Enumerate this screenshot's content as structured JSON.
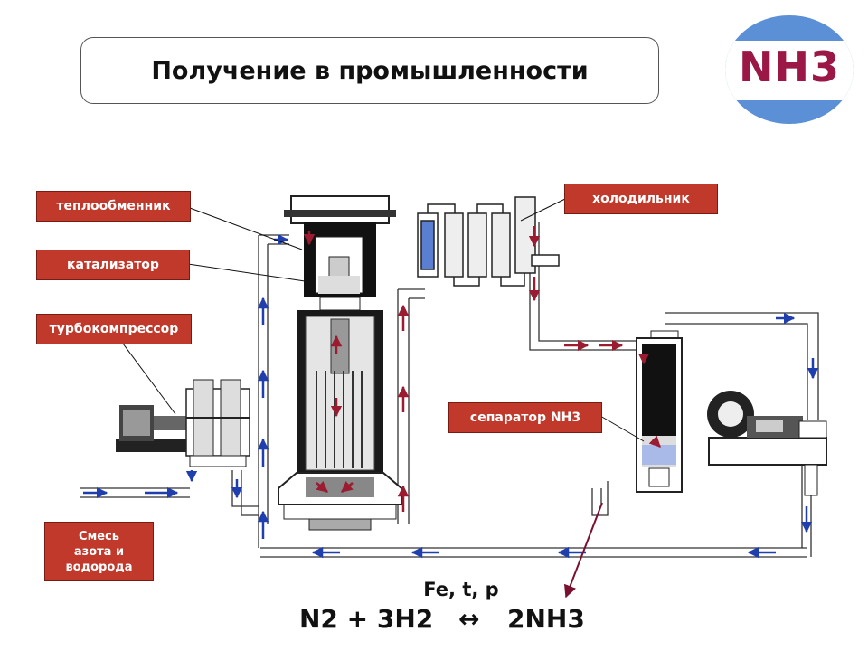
{
  "title": "Получение в промышленности",
  "badge": "NH3",
  "labels": {
    "heat_exchanger": "теплообменник",
    "catalyst": "катализатор",
    "turbocompressor": "турбокомпрессор",
    "cooler": "холодильник",
    "separator": "сепаратор NH3",
    "gas_mixture": "Смесь\nазота и\nводорода"
  },
  "equation": {
    "conditions": "Fe, t, p",
    "left": "N2 + 3H2",
    "arrow": "↔",
    "right": "2NH3"
  },
  "colors": {
    "label_bg": "#c0392b",
    "badge_ring": "#5b8fd6",
    "badge_text": "#9a1746",
    "flow_blue": "#1f3fae",
    "flow_red": "#9b1b30"
  }
}
